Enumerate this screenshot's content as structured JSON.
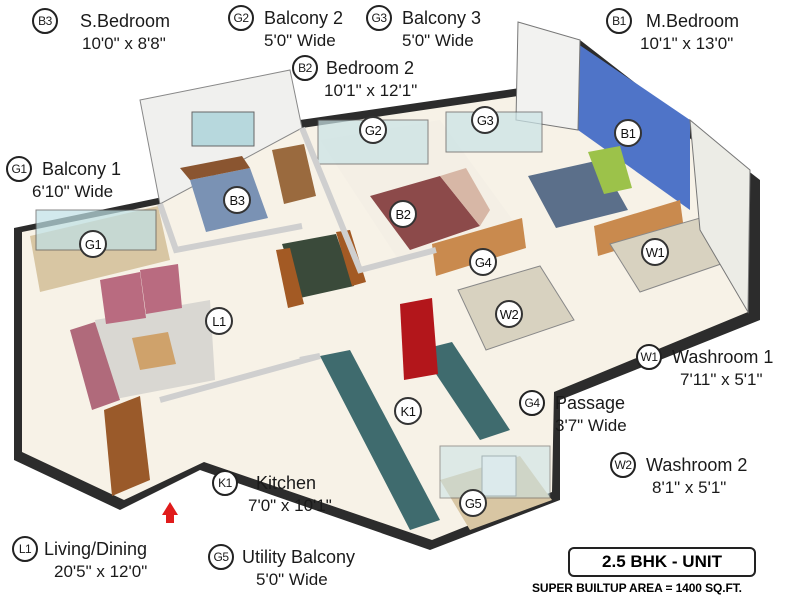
{
  "legend": [
    {
      "code": "B3",
      "name": "S.Bedroom",
      "size": "10'0\" x 8'8\""
    },
    {
      "code": "G2",
      "name": "Balcony 2",
      "size": "5'0\" Wide"
    },
    {
      "code": "G3",
      "name": "Balcony 3",
      "size": "5'0\" Wide"
    },
    {
      "code": "B1",
      "name": "M.Bedroom",
      "size": "10'1\" x 13'0\""
    },
    {
      "code": "B2",
      "name": "Bedroom 2",
      "size": "10'1\" x 12'1\""
    },
    {
      "code": "G1",
      "name": "Balcony 1",
      "size": "6'10\" Wide"
    },
    {
      "code": "W1",
      "name": "Washroom 1",
      "size": "7'11\" x 5'1\""
    },
    {
      "code": "G4",
      "name": "Passage",
      "size": "3'7\" Wide"
    },
    {
      "code": "W2",
      "name": "Washroom 2",
      "size": "8'1\" x 5'1\""
    },
    {
      "code": "K1",
      "name": "Kitchen",
      "size": "7'0\" x 10'1\""
    },
    {
      "code": "L1",
      "name": "Living/Dining",
      "size": "20'5\" x 12'0\""
    },
    {
      "code": "G5",
      "name": "Utility Balcony",
      "size": "5'0\" Wide"
    }
  ],
  "plan_tags": [
    "G2",
    "G3",
    "B1",
    "B3",
    "B2",
    "G1",
    "W1",
    "G4",
    "L1",
    "W2",
    "K1",
    "G5"
  ],
  "unit": {
    "type": "2.5 BHK - UNIT",
    "area": "SUPER BUILTUP AREA = 1400 SQ.FT."
  },
  "colors": {
    "wall": "#f4f4f2",
    "floor": "#f6f1e6",
    "wood": "#c98a4e",
    "accent_wall": "#4f74c8",
    "fridge": "#b3161b",
    "entry_arrow": "#e01b1b"
  }
}
